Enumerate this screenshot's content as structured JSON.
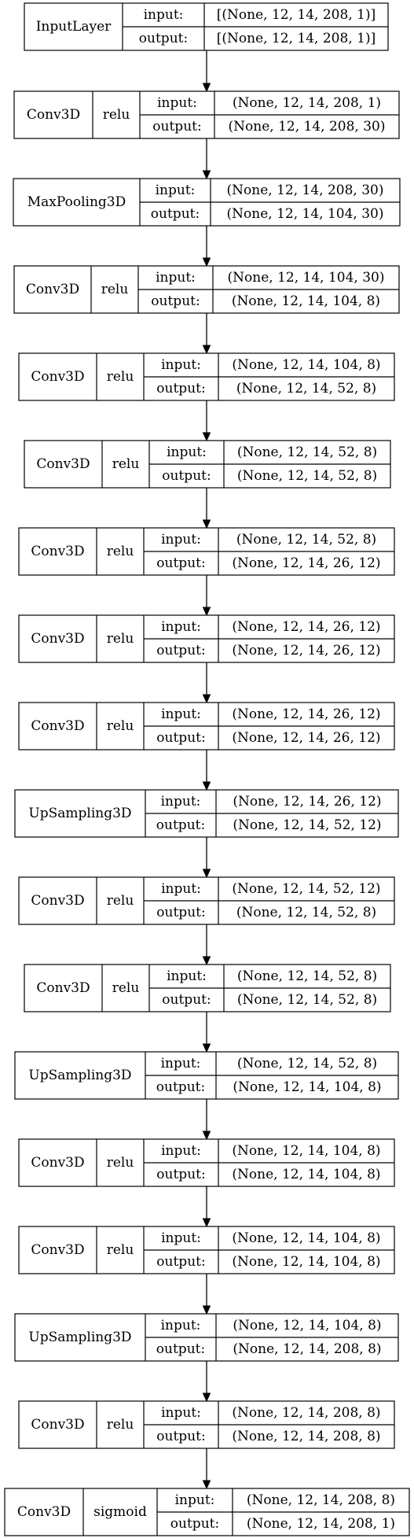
{
  "labels": {
    "input": "input:",
    "output": "output:"
  },
  "layers": [
    {
      "name": "InputLayer",
      "activation": "",
      "input": "[(None, 12, 14, 208, 1)]",
      "output": "[(None, 12, 14, 208, 1)]"
    },
    {
      "name": "Conv3D",
      "activation": "relu",
      "input": "(None, 12, 14, 208, 1)",
      "output": "(None, 12, 14, 208, 30)"
    },
    {
      "name": "MaxPooling3D",
      "activation": "",
      "input": "(None, 12, 14, 208, 30)",
      "output": "(None, 12, 14, 104, 30)"
    },
    {
      "name": "Conv3D",
      "activation": "relu",
      "input": "(None, 12, 14, 104, 30)",
      "output": "(None, 12, 14, 104, 8)"
    },
    {
      "name": "Conv3D",
      "activation": "relu",
      "input": "(None, 12, 14, 104, 8)",
      "output": "(None, 12, 14, 52, 8)"
    },
    {
      "name": "Conv3D",
      "activation": "relu",
      "input": "(None, 12, 14, 52, 8)",
      "output": "(None, 12, 14, 52, 8)"
    },
    {
      "name": "Conv3D",
      "activation": "relu",
      "input": "(None, 12, 14, 52, 8)",
      "output": "(None, 12, 14, 26, 12)"
    },
    {
      "name": "Conv3D",
      "activation": "relu",
      "input": "(None, 12, 14, 26, 12)",
      "output": "(None, 12, 14, 26, 12)"
    },
    {
      "name": "Conv3D",
      "activation": "relu",
      "input": "(None, 12, 14, 26, 12)",
      "output": "(None, 12, 14, 26, 12)"
    },
    {
      "name": "UpSampling3D",
      "activation": "",
      "input": "(None, 12, 14, 26, 12)",
      "output": "(None, 12, 14, 52, 12)"
    },
    {
      "name": "Conv3D",
      "activation": "relu",
      "input": "(None, 12, 14, 52, 12)",
      "output": "(None, 12, 14, 52, 8)"
    },
    {
      "name": "Conv3D",
      "activation": "relu",
      "input": "(None, 12, 14, 52, 8)",
      "output": "(None, 12, 14, 52, 8)"
    },
    {
      "name": "UpSampling3D",
      "activation": "",
      "input": "(None, 12, 14, 52, 8)",
      "output": "(None, 12, 14, 104, 8)"
    },
    {
      "name": "Conv3D",
      "activation": "relu",
      "input": "(None, 12, 14, 104, 8)",
      "output": "(None, 12, 14, 104, 8)"
    },
    {
      "name": "Conv3D",
      "activation": "relu",
      "input": "(None, 12, 14, 104, 8)",
      "output": "(None, 12, 14, 104, 8)"
    },
    {
      "name": "UpSampling3D",
      "activation": "",
      "input": "(None, 12, 14, 104, 8)",
      "output": "(None, 12, 14, 208, 8)"
    },
    {
      "name": "Conv3D",
      "activation": "relu",
      "input": "(None, 12, 14, 208, 8)",
      "output": "(None, 12, 14, 208, 8)"
    },
    {
      "name": "Conv3D",
      "activation": "sigmoid",
      "input": "(None, 12, 14, 208, 8)",
      "output": "(None, 12, 14, 208, 1)"
    }
  ]
}
